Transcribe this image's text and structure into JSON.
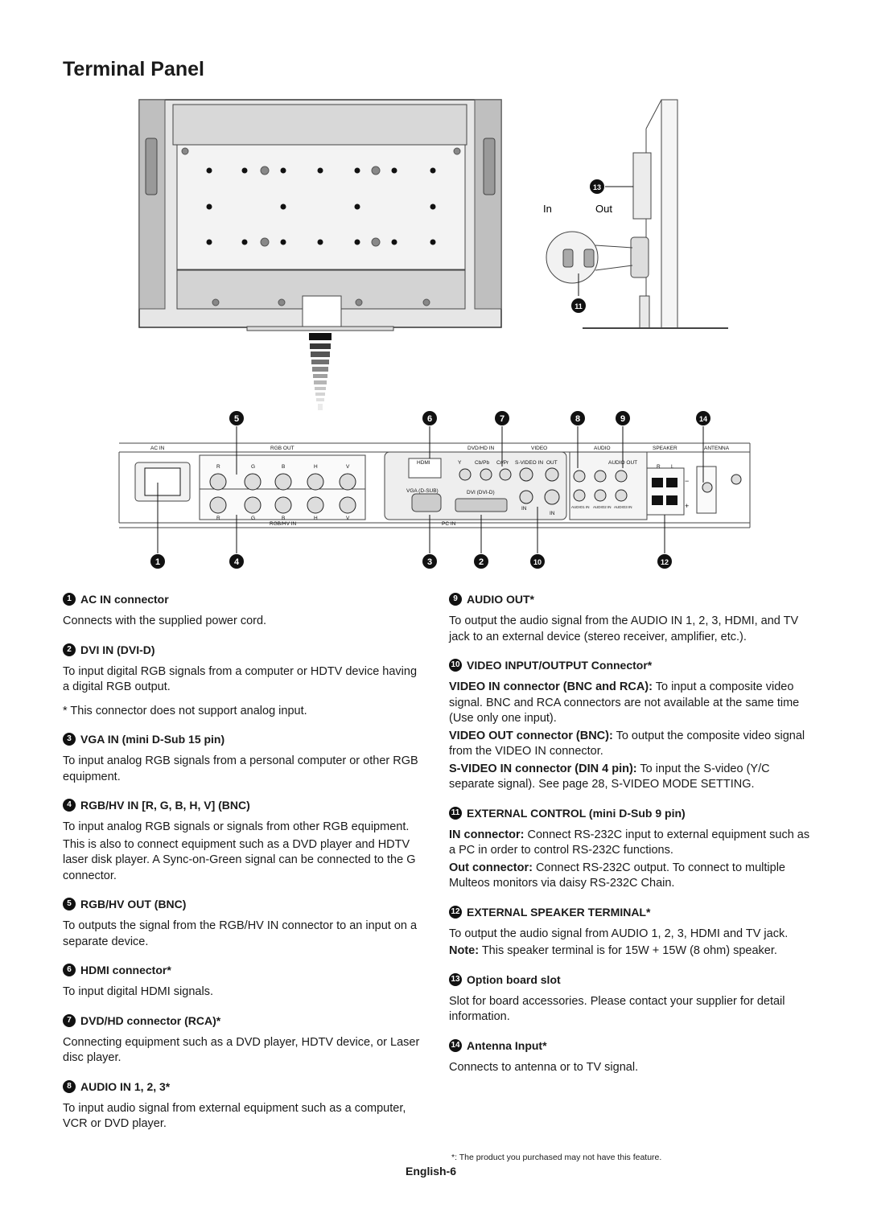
{
  "page": {
    "title": "Terminal Panel",
    "footnote": "*: The product you purchased may not have this feature.",
    "page_number": "English-6"
  },
  "diagram": {
    "callouts": [
      "1",
      "2",
      "3",
      "4",
      "5",
      "6",
      "7",
      "8",
      "9",
      "10",
      "11",
      "12",
      "13",
      "14"
    ],
    "side_labels": {
      "in": "In",
      "out": "Out"
    },
    "panel_labels": {
      "ac_in": "AC IN",
      "rgb_out": "RGB OUT",
      "dvd_hd_in": "DVD/HD IN",
      "video": "VIDEO",
      "audio": "AUDIO",
      "speaker": "SPEAKER",
      "antenna": "ANTENNA",
      "rgb_hv_in": "RGB/HV IN",
      "pc_in": "PC IN",
      "hdmi": "HDMI",
      "vga_dsub": "VGA (D-SUB)",
      "dvi_d": "DVI (DVI-D)",
      "y": "Y",
      "cb_pb": "Cb/Pb",
      "cr_pr": "Cr/Pr",
      "svideo_in": "S-VIDEO IN",
      "out": "OUT",
      "in": "IN",
      "audio_out": "AUDIO OUT",
      "audio_in1": "AUDIO1 IN",
      "audio_in2": "AUDIO2 IN",
      "audio_in3": "AUDIO3 IN",
      "r": "R",
      "g": "G",
      "b": "B",
      "h": "H",
      "v": "V",
      "l": "L",
      "minus": "−",
      "plus": "+"
    }
  },
  "left_items": [
    {
      "num": "1",
      "title": "AC IN connector",
      "paras": [
        {
          "text": "Connects with the supplied power cord."
        }
      ]
    },
    {
      "num": "2",
      "title": "DVI IN (DVI-D)",
      "paras": [
        {
          "text": "To input digital RGB signals from a computer or HDTV device having a digital RGB output."
        },
        {
          "text": "* This connector does not support analog input.",
          "gap": true
        }
      ]
    },
    {
      "num": "3",
      "title": "VGA IN (mini D-Sub 15 pin)",
      "paras": [
        {
          "text": "To input analog RGB signals from a personal computer or other RGB equipment."
        }
      ]
    },
    {
      "num": "4",
      "title": "RGB/HV IN [R, G, B, H, V] (BNC)",
      "paras": [
        {
          "text": "To input analog RGB signals or signals from other RGB equipment."
        },
        {
          "text": "This is also to connect equipment such as a DVD player and HDTV laser disk player. A Sync-on-Green signal can be connected to the G connector."
        }
      ]
    },
    {
      "num": "5",
      "title": "RGB/HV OUT (BNC)",
      "paras": [
        {
          "text": "To outputs the signal from the RGB/HV IN connector to an input on a separate device."
        }
      ]
    },
    {
      "num": "6",
      "title": "HDMI connector*",
      "paras": [
        {
          "text": "To input digital HDMI signals."
        }
      ]
    },
    {
      "num": "7",
      "title": "DVD/HD connector (RCA)*",
      "paras": [
        {
          "text": "Connecting equipment such as a DVD player, HDTV device, or Laser disc player."
        }
      ]
    },
    {
      "num": "8",
      "title": "AUDIO IN 1, 2, 3*",
      "paras": [
        {
          "text": "To input audio signal from external equipment such as a computer, VCR or DVD player."
        }
      ]
    }
  ],
  "right_items": [
    {
      "num": "9",
      "title": "AUDIO OUT*",
      "paras": [
        {
          "text": "To output the audio signal from the AUDIO IN 1, 2, 3, HDMI, and TV jack to an external device (stereo receiver, amplifier, etc.)."
        }
      ]
    },
    {
      "num": "10",
      "title": "VIDEO INPUT/OUTPUT Connector*",
      "paras": [
        {
          "bold": "VIDEO IN connector (BNC and RCA):",
          "text": " To input a composite video signal. BNC and RCA connectors are not available at the same time (Use only one input)."
        },
        {
          "bold": "VIDEO OUT connector (BNC):",
          "text": " To output the composite video signal from the VIDEO IN connector."
        },
        {
          "bold": "S-VIDEO IN connector (DIN 4 pin):",
          "text": " To input the S-video (Y/C separate signal). See page 28, S-VIDEO MODE SETTING."
        }
      ]
    },
    {
      "num": "11",
      "title": "EXTERNAL CONTROL (mini D-Sub 9 pin)",
      "paras": [
        {
          "bold": "IN connector:",
          "text": " Connect RS-232C input to external equipment such as a PC in order to control RS-232C functions."
        },
        {
          "bold": "Out connector:",
          "text": " Connect RS-232C output. To connect to multiple Multeos monitors via daisy RS-232C Chain."
        }
      ]
    },
    {
      "num": "12",
      "title": "EXTERNAL SPEAKER TERMINAL*",
      "paras": [
        {
          "text": "To output the audio signal from AUDIO 1, 2, 3, HDMI and TV jack."
        },
        {
          "bold": "Note:",
          "text": " This speaker terminal is for 15W + 15W (8 ohm) speaker."
        }
      ]
    },
    {
      "num": "13",
      "title": "Option board slot",
      "paras": [
        {
          "text": "Slot for board accessories. Please contact your supplier for detail information."
        }
      ]
    },
    {
      "num": "14",
      "title": "Antenna Input*",
      "paras": [
        {
          "text": "Connects to antenna or to TV signal."
        }
      ]
    }
  ]
}
